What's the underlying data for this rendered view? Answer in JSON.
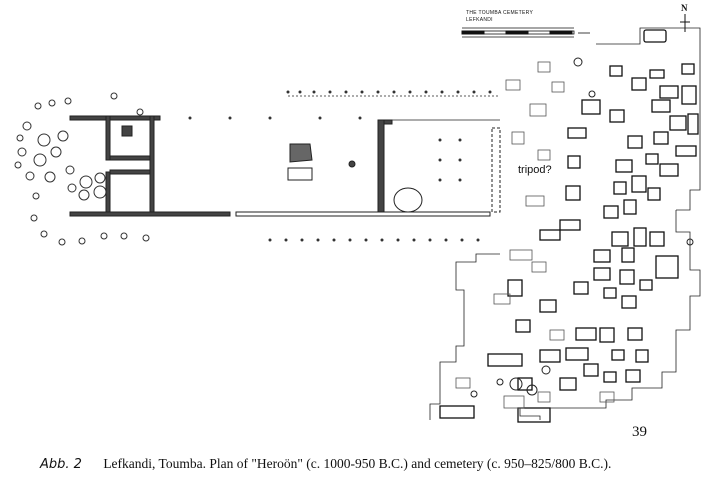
{
  "header": {
    "line1": "THE TOUMBA CEMETERY",
    "line2": "LEFKANDI"
  },
  "north_label": "N",
  "annotation": "tripod?",
  "page_number": "39",
  "caption": {
    "figure_label": "Abb. 2",
    "text": "Lefkandi, Toumba. Plan of \"Heroön\" (c. 1000-950 B.C.) and cemetery (c. 950–825/800 B.C.)."
  }
}
